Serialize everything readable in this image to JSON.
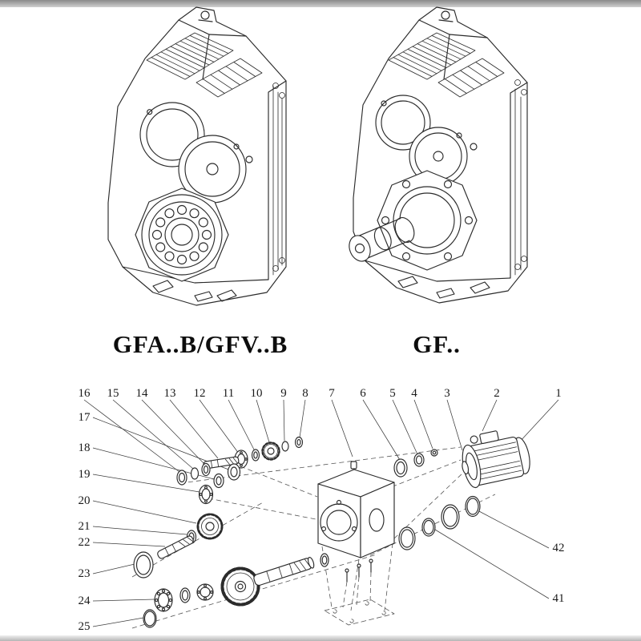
{
  "page": {
    "background": "#ffffff",
    "ink_color": "#2b2b2b"
  },
  "models": {
    "left": {
      "label": "GFA..B/GFV..B"
    },
    "right": {
      "label": "GF.."
    }
  },
  "exploded": {
    "top_callouts": [
      "16",
      "15",
      "14",
      "13",
      "12",
      "11",
      "10",
      "9",
      "8",
      "7",
      "6",
      "5",
      "4",
      "3",
      "2",
      "1"
    ],
    "left_callouts": [
      "17",
      "18",
      "19",
      "20",
      "21",
      "22",
      "23",
      "24",
      "25"
    ],
    "right_callouts": [
      "42",
      "41"
    ]
  }
}
